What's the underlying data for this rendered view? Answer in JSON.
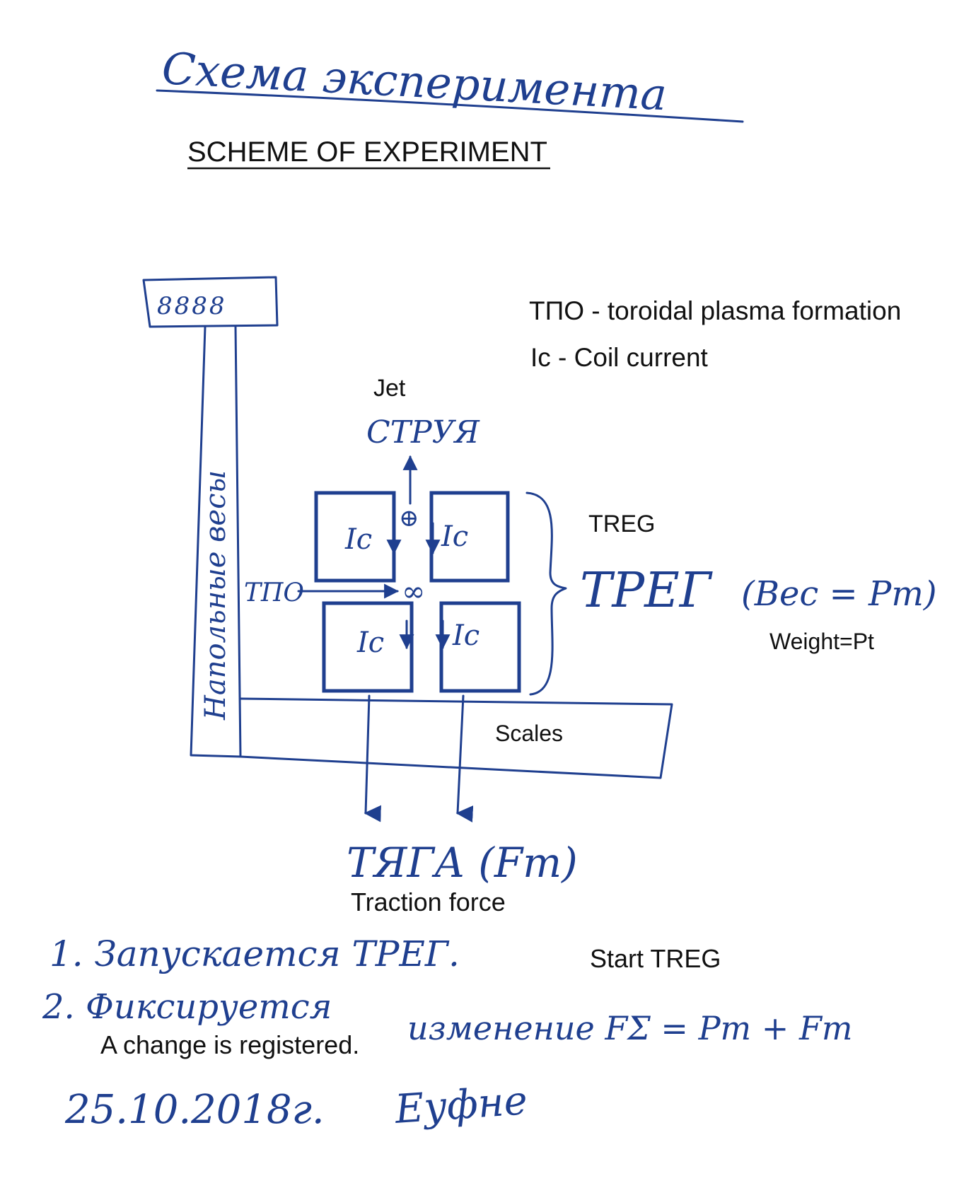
{
  "header": {
    "title_ru": "Схема эксперимента",
    "title_en": "SCHEME OF EXPERIMENT"
  },
  "legend": {
    "tpo": "ТПО - toroidal plasma formation",
    "ic": "Ic - Coil current"
  },
  "diagram": {
    "display_digits": "8888",
    "scales_ru": "Напольные весы",
    "scales_en": "Scales",
    "jet_en": "Jet",
    "jet_ru": "СТРУЯ",
    "coil_label": "Ic",
    "tpo_label": "ТПО",
    "treg_en": "TREG",
    "treg_ru": "ТРЕГ",
    "weight_ru": "(Вес = Рт)",
    "weight_en": "Weight=Pt",
    "thrust_ru": "ТЯГА (Fт)",
    "thrust_en": "Traction force",
    "plus_symbol": "⊕",
    "infinity_symbol": "∞"
  },
  "steps": [
    {
      "ru": "1. Запускается ТРЕГ.",
      "en": "Start TREG"
    },
    {
      "ru_a": "2. Фиксируется",
      "ru_b": "изменение FΣ = Рт + Fт",
      "en": "A change is registered."
    }
  ],
  "footer": {
    "date": "25.10.2018г.",
    "signature": "Еуфне"
  },
  "colors": {
    "ink": "#1f3f8f",
    "print": "#111111",
    "paper": "#ffffff"
  }
}
